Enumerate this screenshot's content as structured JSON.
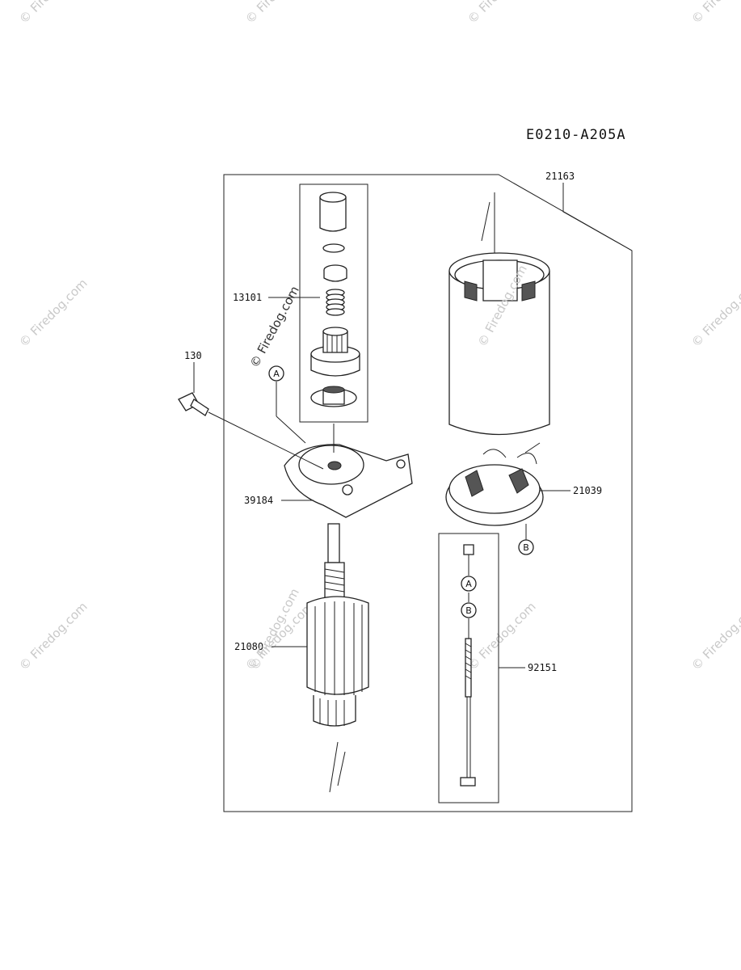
{
  "diagram": {
    "code": "E0210-A205A",
    "watermark": "© Firedog.com",
    "parts": [
      {
        "id": "p21163",
        "number": "21163"
      },
      {
        "id": "p13101",
        "number": "13101"
      },
      {
        "id": "p130",
        "number": "130"
      },
      {
        "id": "p39184",
        "number": "39184"
      },
      {
        "id": "p21039",
        "number": "21039"
      },
      {
        "id": "p21080",
        "number": "21080"
      },
      {
        "id": "p92151",
        "number": "92151"
      }
    ],
    "refs": [
      "A",
      "B",
      "A",
      "B"
    ]
  }
}
